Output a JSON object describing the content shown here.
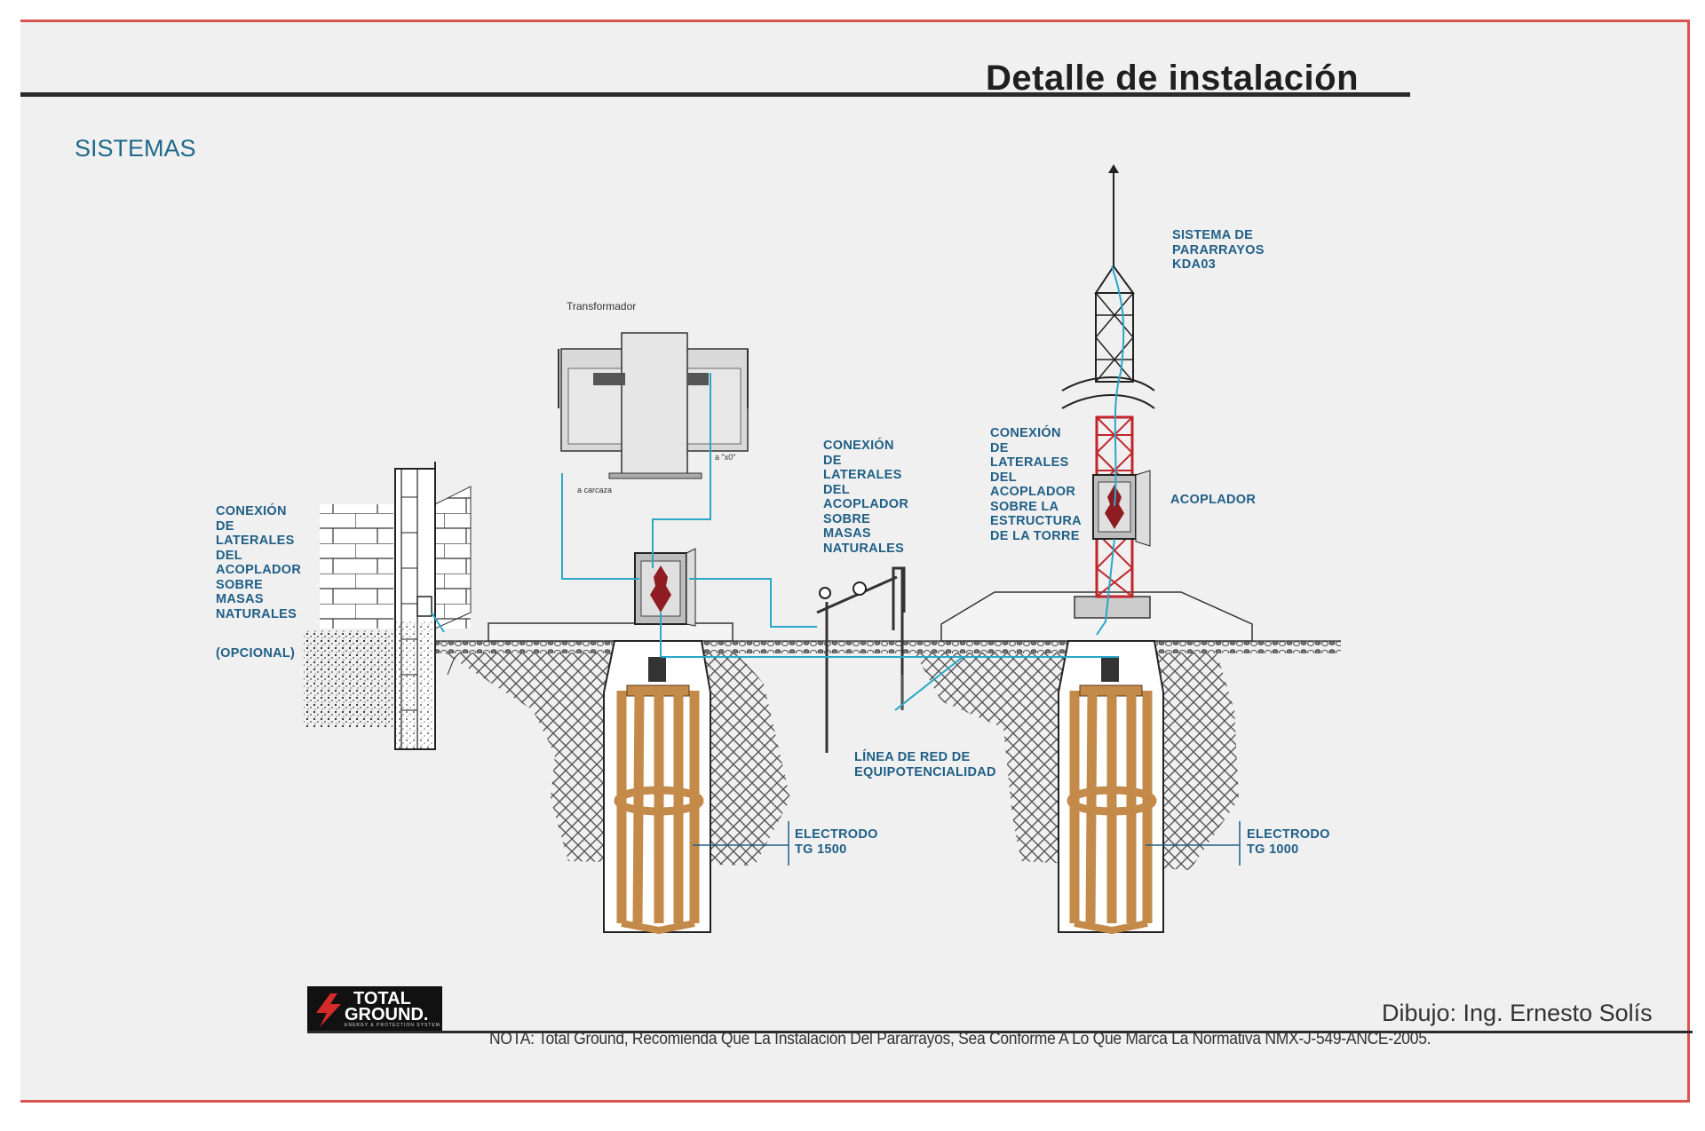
{
  "title": "Detalle de instalación",
  "section": "SISTEMAS",
  "labels": {
    "transformador": "Transformador",
    "a_x0": "a \"x0\"",
    "a_carcaza": "a carcaza",
    "left_conexion": "CONEXIÓN\nDE\nLATERALES\nDEL\nACOPLADOR\nSOBRE\nMASAS\nNATURALES",
    "opcional": "(OPCIONAL)",
    "mid_conexion": "CONEXIÓN\nDE\nLATERALES\nDEL\nACOPLADOR\nSOBRE\nMASAS\nNATURALES",
    "tower_conexion": "CONEXIÓN\nDE\nLATERALES\nDEL\nACOPLADOR\nSOBRE LA\nESTRUCTURA\nDE LA TORRE",
    "acoplador": "ACOPLADOR",
    "sistema": "SISTEMA DE\nPARARRAYOS\nKDA03",
    "linea": "LÍNEA DE RED DE\nEQUIPOTENCIALIDAD",
    "electrodo_1500": "ELECTRODO\nTG 1500",
    "electrodo_1000": "ELECTRODO\nTG 1000"
  },
  "footer": {
    "credit": "Dibujo: Ing. Ernesto Solís",
    "note": "NOTA: Total Ground, Recomienda Que La Instalación Del Pararrayos, Sea Conforme A Lo Que Marca La Normativa NMX-J-549-ANCE-2005.",
    "logo_line1": "TOTAL",
    "logo_line2": "GROUND.",
    "logo_line3": "ENERGY & PROTECTION SYSTEM"
  },
  "colors": {
    "label_blue": "#1f5f86",
    "wire_cyan": "#2aa8c8",
    "tower_red": "#c0262c",
    "electrode_copper": "#c48a4a",
    "border_red": "#d9534f"
  }
}
